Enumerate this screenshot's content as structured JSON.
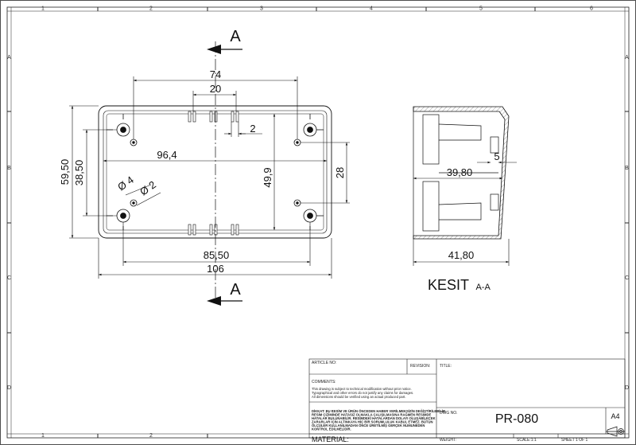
{
  "zones": {
    "columns": [
      "1",
      "2",
      "3",
      "4",
      "5",
      "6"
    ],
    "rows": [
      "A",
      "B",
      "C",
      "D"
    ]
  },
  "section_markers": {
    "top": "A",
    "bottom": "A"
  },
  "plan_dims": {
    "d74": "74",
    "d20": "20",
    "d2": "2",
    "d96": "96,4",
    "d5950": "59,50",
    "d3850": "38,50",
    "d499": "49,9",
    "d28": "28",
    "d8550": "85,50",
    "d106": "106",
    "phi4": "Ø 4",
    "phi2": "Ø 2"
  },
  "section_dims": {
    "d5": "5",
    "d3980": "39,80",
    "d4180": "41,80"
  },
  "section_label": {
    "main": "KESIT",
    "sub": "A-A"
  },
  "title_block": {
    "article_no": "ARTICLE NO:",
    "revision": "REVISION:",
    "title": "TITLE:",
    "comments": "COMMENTS:",
    "notice_lines": [
      "This drawing is subject to technical modification without prior notice.",
      "Typographical and other errors do not justify any claims for damages.",
      "All dimensions should be verified using an actual produced part."
    ],
    "warning_lines": [
      "DİKKAT: BU RESİM VE ÜRÜN ÖNCEDEN HABER VERİLMEKSİZİN DEĞİŞTİRİLEBİLİR.",
      "RESİM ÇİZİMİNDE HATASIZ OLMAKLA ÇALIŞILMASINA RAĞMEN RESİMDE",
      "HATALAR BULUNABİLİR. RESİMDEKİ HATALARDAN DOLAYI OLUŞABİLECEK",
      "ZARARLAR İÇİN ALTINKAYA HİÇ BİR SORUMLULUK KABUL ETMEZ. BÜTÜN",
      "ÖLÇÜLER KULLANILMADAN ÖNCE ÜRETİLMİŞ GERÇEK NUMUNEDEN",
      "KONTROL EDİLMELİDİR."
    ],
    "dwg_no_label": "DWG NO.",
    "dwg_no": "PR-080",
    "size": "A4",
    "material": "MATERIAL:",
    "weight": "WEIGHT:",
    "scale": "SCALE:1:1",
    "sheet": "SHEET 1 OF 1"
  }
}
